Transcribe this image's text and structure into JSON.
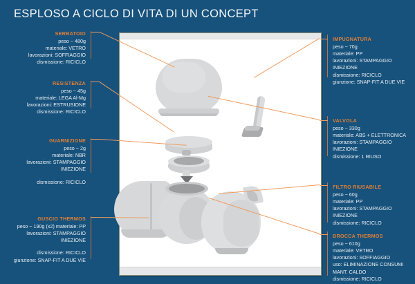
{
  "title": "ESPLOSO A CICLO DI VITA DI UN CONCEPT",
  "colors": {
    "background": "#17527c",
    "heading_orange": "#e07f35",
    "connector_orange": "#ef9b5e",
    "panel_white": "#ffffff",
    "panel_border": "#8a8f72",
    "body_text": "#e9eef3"
  },
  "labels_left": [
    {
      "id": "serbatoio",
      "heading": "SERBATOIO",
      "lines": [
        "peso ~ 480g",
        "materiale: VETRO",
        "lavorazioni: SOFFIAGGIO",
        "dismissione: RICICLO"
      ]
    },
    {
      "id": "resistenza",
      "heading": "RESISTENZA",
      "lines": [
        "peso ~ 45g",
        "materiale: LEGA Al-Mg",
        "lavorazioni: ESTRUSIONE",
        "dismissione: RICICLO"
      ]
    },
    {
      "id": "guarnizione",
      "heading": "GUARNIZIONE",
      "lines": [
        "peso ~ 2g",
        "materiale: NBR",
        "lavorazioni: STAMPAGGIO",
        "INIEZIONE",
        "dismissione: RICICLO"
      ]
    },
    {
      "id": "guscio-thermos",
      "heading": "GUSCIO THERMOS",
      "lines": [
        "peso ~ 190g (x2) materiale: PP",
        "lavorazioni: STAMPAGGIO",
        "INIEZIONE",
        "dismissione: RICICLO",
        "giunzione: SNAP-FIT A DUE VIE"
      ]
    }
  ],
  "labels_right": [
    {
      "id": "impugnatura",
      "heading": "IMPUGNATURA",
      "lines": [
        "peso ~ 70g",
        "materiale: PP",
        "lavorazioni: STAMPAGGIO",
        "INIEZIONE",
        "dismissione: RICICLO",
        "giunzione: SNAP-FIT A DUE VIE"
      ]
    },
    {
      "id": "valvola",
      "heading": "VALVOLA",
      "lines": [
        "peso ~ 330g",
        "materiale: ABS + ELETTRONICA",
        "lavorazioni: STAMPAGGIO",
        "INIEZIONE",
        "dismissione: 1 RIUSO"
      ]
    },
    {
      "id": "filtro-riusabile",
      "heading": "FILTRO RIUSABILE",
      "lines": [
        "peso ~ 60g",
        "materiale: PP",
        "lavorazioni: STAMPAGGIO",
        "INIEZIONE",
        "dismissione: RICICLO"
      ]
    },
    {
      "id": "brocca-thermos",
      "heading": "BROCCA THERMOS",
      "lines": [
        "peso ~ 610g",
        "materiale: VETRO",
        "lavorazioni: SOFFIAGGIO",
        "uso: ELIMINAZIONE CONSUMI",
        "MANT. CALDO",
        "dismissione: RICICLO"
      ]
    }
  ]
}
